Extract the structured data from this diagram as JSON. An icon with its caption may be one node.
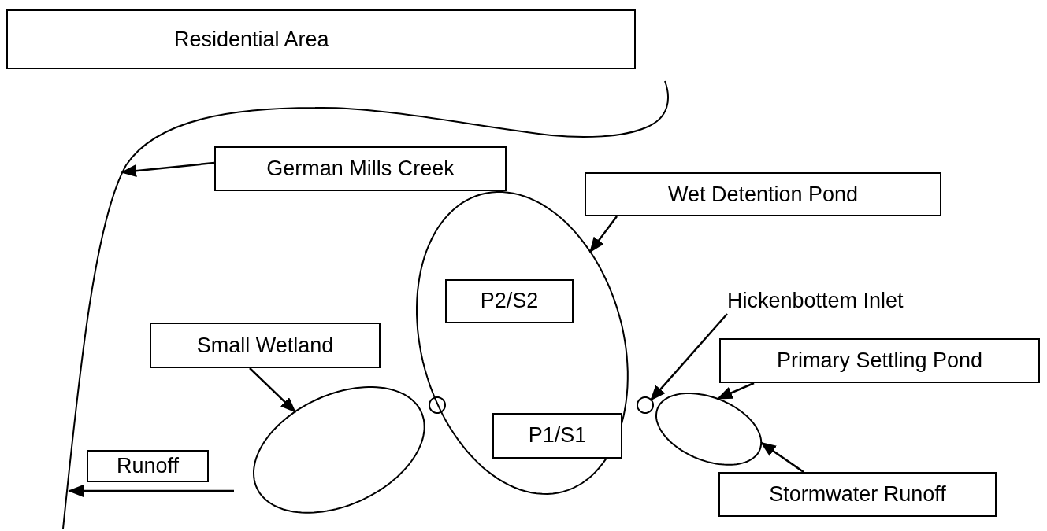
{
  "diagram": {
    "nodes": [
      {
        "text": [
          "Residential Area"
        ]
      },
      {
        "text": [
          "German Mills Creek"
        ]
      },
      {
        "text": [
          "Wet Detention Pond"
        ]
      },
      {
        "text": [],
        "shape": "ellipse"
      },
      {
        "text": [
          "P2/S2"
        ],
        "in": 3
      },
      {
        "text": [
          "Hickenbottem Inlet"
        ]
      },
      {
        "text": [
          "Small Wetland"
        ]
      },
      {
        "text": [
          "Primary Settling Pond"
        ]
      },
      {
        "text": [],
        "shape": "circle"
      },
      {
        "text": [],
        "shape": "circle"
      },
      {
        "text": [],
        "shape": "ellipse"
      },
      {
        "text": [],
        "shape": "ellipse"
      },
      {
        "text": [
          "P1/S1"
        ],
        "in": 3
      },
      {
        "text": [
          "Runoff"
        ]
      },
      {
        "text": [
          "Stormwater Runoff"
        ]
      }
    ],
    "edges": [
      {
        "from": 1,
        "to": null,
        "arrow": "to"
      },
      {
        "from": 2,
        "to": 3,
        "arrow": "to"
      },
      {
        "from": 5,
        "to": 9,
        "arrow": "to"
      },
      {
        "from": 6,
        "to": 10,
        "arrow": "to"
      },
      {
        "from": 7,
        "to": 11,
        "arrow": "to"
      },
      {
        "from": 14,
        "to": 11,
        "arrow": "to"
      }
    ]
  }
}
